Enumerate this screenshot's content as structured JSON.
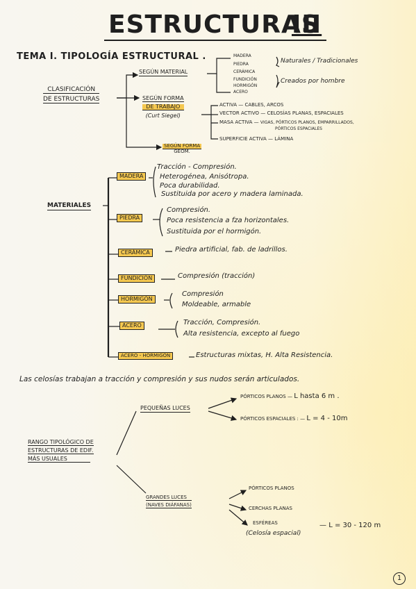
{
  "title": "ESTRUCTURAS",
  "title_roman": "III",
  "tema": "TEMA I. TIPOLOGÍA ESTRUCTURAL .",
  "clasificacion": {
    "label_l1": "CLASIFICACIÓN",
    "label_l2": "DE ESTRUCTURAS",
    "segun_material": {
      "label": "SEGÚN MATERIAL",
      "items": [
        "MADERA",
        "PIEDRA",
        "CERÁMICA",
        "FUNDICIÓN",
        "HORMIGÓN",
        "ACERO"
      ],
      "group1": "Naturales / Tradicionales",
      "group2": "Creados por hombre"
    },
    "segun_forma": {
      "label_l1": "SEGÚN FORMA",
      "label_l2": "DE TRABAJO",
      "note": "(Curt Siegel)",
      "items": [
        {
          "name": "ACTIVA",
          "desc": "CABLES, ARCOS"
        },
        {
          "name": "VECTOR ACTIVO",
          "desc": "CELOSÍAS PLANAS, ESPACIALES"
        },
        {
          "name": "MASA ACTIVA",
          "desc": "VIGAS, PÓRTICOS PLANOS, EMPARRILLADOS,",
          "desc2": "PÓRTICOS ESPACIALES"
        },
        {
          "name": "SUPERFICIE ACTIVA",
          "desc": "LÁMINA"
        }
      ]
    },
    "segun_forma_geom": {
      "label_l1": "SEGÚN FORMA",
      "label_l2": "GEOM."
    }
  },
  "materiales": {
    "label": "MATERIALES",
    "items": [
      {
        "name": "MADERA",
        "lines": [
          "Tracción - Compresión.",
          "Heterogénea, Anisótropa.",
          "Poca durabilidad.",
          "Sustituida por acero y madera laminada."
        ]
      },
      {
        "name": "PIEDRA",
        "lines": [
          "Compresión.",
          "Poca resistencia a fza horizontales.",
          "Sustituida por el hormigón."
        ]
      },
      {
        "name": "CERÁMICA",
        "lines": [
          "Piedra artificial, fab. de ladrillos."
        ]
      },
      {
        "name": "FUNDICIÓN",
        "lines": [
          "Compresión (tracción)"
        ]
      },
      {
        "name": "HORMIGÓN",
        "lines": [
          "Compresión",
          "Moldeable, armable"
        ]
      },
      {
        "name": "ACERO",
        "lines": [
          "Tracción, Compresión.",
          "Alta resistencia, excepto al fuego"
        ]
      },
      {
        "name": "ACERO - HORMIGÓN",
        "lines": [
          "Estructuras mixtas, H. Alta Resistencia."
        ]
      }
    ]
  },
  "celosias_note": "Las celosías trabajan a tracción y compresión y sus nudos serán articulados.",
  "rango": {
    "label_l1": "RANGO TIPOLÓGICO DE",
    "label_l2": "ESTRUCTURAS DE EDIF.",
    "label_l3": "MÁS USUALES",
    "pequenas": {
      "label": "PEQUEÑAS LUCES",
      "items": [
        {
          "name": "PÓRTICOS PLANOS",
          "range": "L hasta 6 m ."
        },
        {
          "name": "PÓRTICOS ESPACIALES",
          "range": "L = 4 - 10m"
        }
      ]
    },
    "grandes": {
      "label": "GRANDES LUCES",
      "sub": "(NAVES DIÁFANAS)",
      "items": [
        {
          "name": "PÓRTICOS PLANOS",
          "range": ""
        },
        {
          "name": "CERCHAS PLANAS",
          "range": ""
        },
        {
          "name": "ESFÉREAS",
          "sub": "(Celosía espacial)",
          "range": "L = 30 - 120 m"
        }
      ]
    }
  },
  "page_number": "1",
  "colors": {
    "highlight": "#f5c850",
    "ink": "#1f1f1f",
    "paper": "#f8f6f0"
  }
}
